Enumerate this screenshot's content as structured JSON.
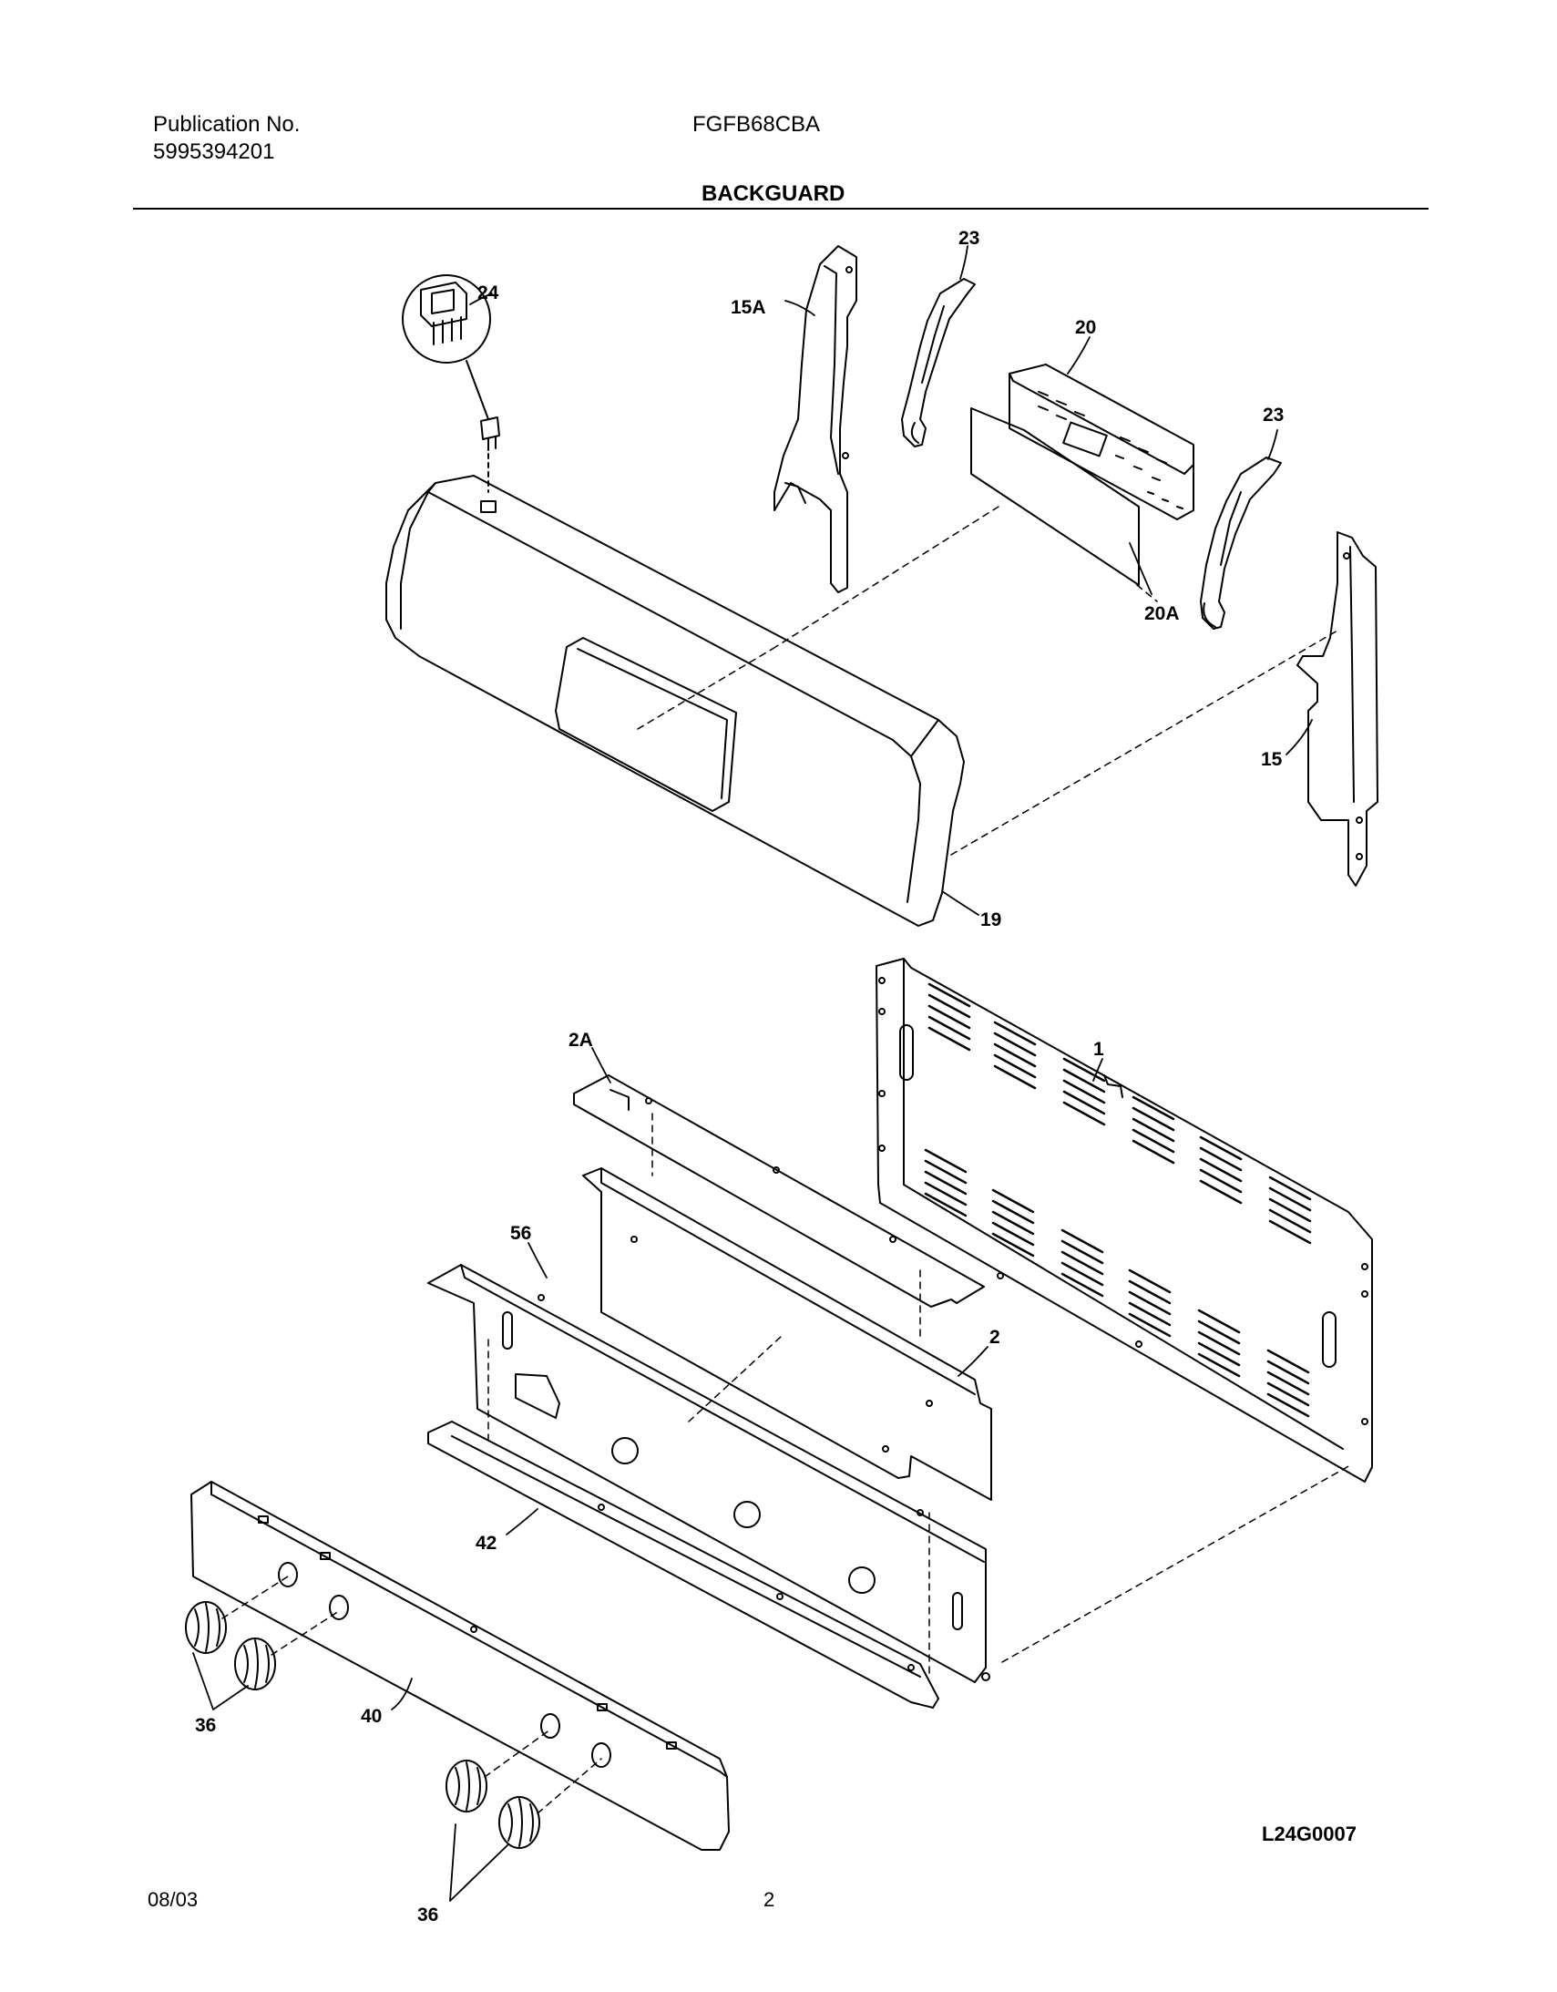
{
  "header": {
    "publication_label": "Publication No.",
    "publication_number": "5995394201",
    "model": "FGFB68CBA",
    "section_title": "BACKGUARD"
  },
  "diagram": {
    "callouts": {
      "c24": "24",
      "c15A": "15A",
      "c23a": "23",
      "c20": "20",
      "c23b": "23",
      "c20A": "20A",
      "c15": "15",
      "c19": "19",
      "c2A": "2A",
      "c1": "1",
      "c56": "56",
      "c2": "2",
      "c42": "42",
      "c36a": "36",
      "c40": "40",
      "c36b": "36"
    },
    "figure_code": "L24G0007"
  },
  "footer": {
    "date": "08/03",
    "page": "2"
  }
}
